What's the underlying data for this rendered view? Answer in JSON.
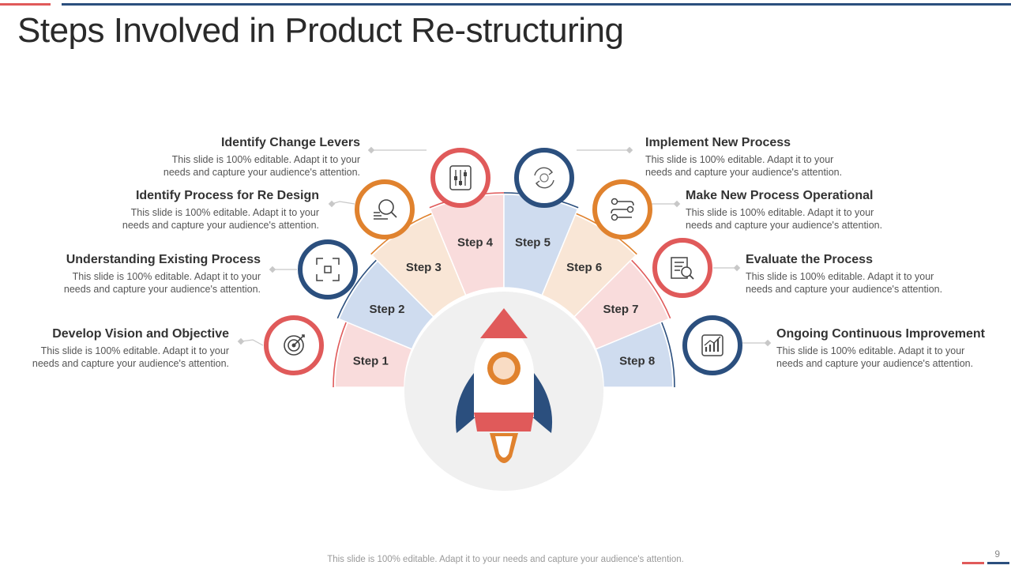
{
  "title": "Steps Involved in Product Re-structuring",
  "steps": [
    {
      "label": "Step 1",
      "heading": "Develop Vision and Objective",
      "desc": "This slide is 100% editable. Adapt it to your needs and capture your audience's attention.",
      "icon": "target-icon",
      "ring": "#e05a5a"
    },
    {
      "label": "Step 2",
      "heading": "Understanding Existing Process",
      "desc": "This slide is 100% editable. Adapt it to your needs and capture your audience's attention.",
      "icon": "process-cycle-icon",
      "ring": "#2b4f7e"
    },
    {
      "label": "Step 3",
      "heading": "Identify Process for Re Design",
      "desc": "This slide is 100% editable. Adapt it to your needs and capture your audience's attention.",
      "icon": "magnifier-icon",
      "ring": "#e0822e"
    },
    {
      "label": "Step 4",
      "heading": "Identify Change Levers",
      "desc": "This slide is 100% editable. Adapt it to your needs and capture your audience's attention.",
      "icon": "sliders-icon",
      "ring": "#e05a5a"
    },
    {
      "label": "Step 5",
      "heading": "Implement New Process",
      "desc": "This slide is 100% editable. Adapt it to your needs and capture your audience's attention.",
      "icon": "refresh-icon",
      "ring": "#2b4f7e"
    },
    {
      "label": "Step 6",
      "heading": "Make New Process Operational",
      "desc": "This slide is 100% editable. Adapt it to your needs and capture your audience's attention.",
      "icon": "workflow-icon",
      "ring": "#e0822e"
    },
    {
      "label": "Step 7",
      "heading": "Evaluate the Process",
      "desc": "This slide is 100% editable. Adapt it to your needs and capture your audience's attention.",
      "icon": "report-search-icon",
      "ring": "#e05a5a"
    },
    {
      "label": "Step 8",
      "heading": "Ongoing Continuous Improvement",
      "desc": "This slide is 100% editable. Adapt it to your needs and capture your audience's attention.",
      "icon": "growth-chart-icon",
      "ring": "#2b4f7e"
    }
  ],
  "colors": {
    "red": "#e05a5a",
    "blue": "#2b4f7e",
    "orange": "#e0822e",
    "pink_fill": "#f9dcdc",
    "blue_fill": "#cfdcef",
    "peach_fill": "#f9e6d6",
    "center_gray": "#f0f0f0"
  },
  "footer": {
    "note": "This slide is 100% editable. Adapt it to your needs and capture your audience's attention.",
    "page": "9"
  }
}
